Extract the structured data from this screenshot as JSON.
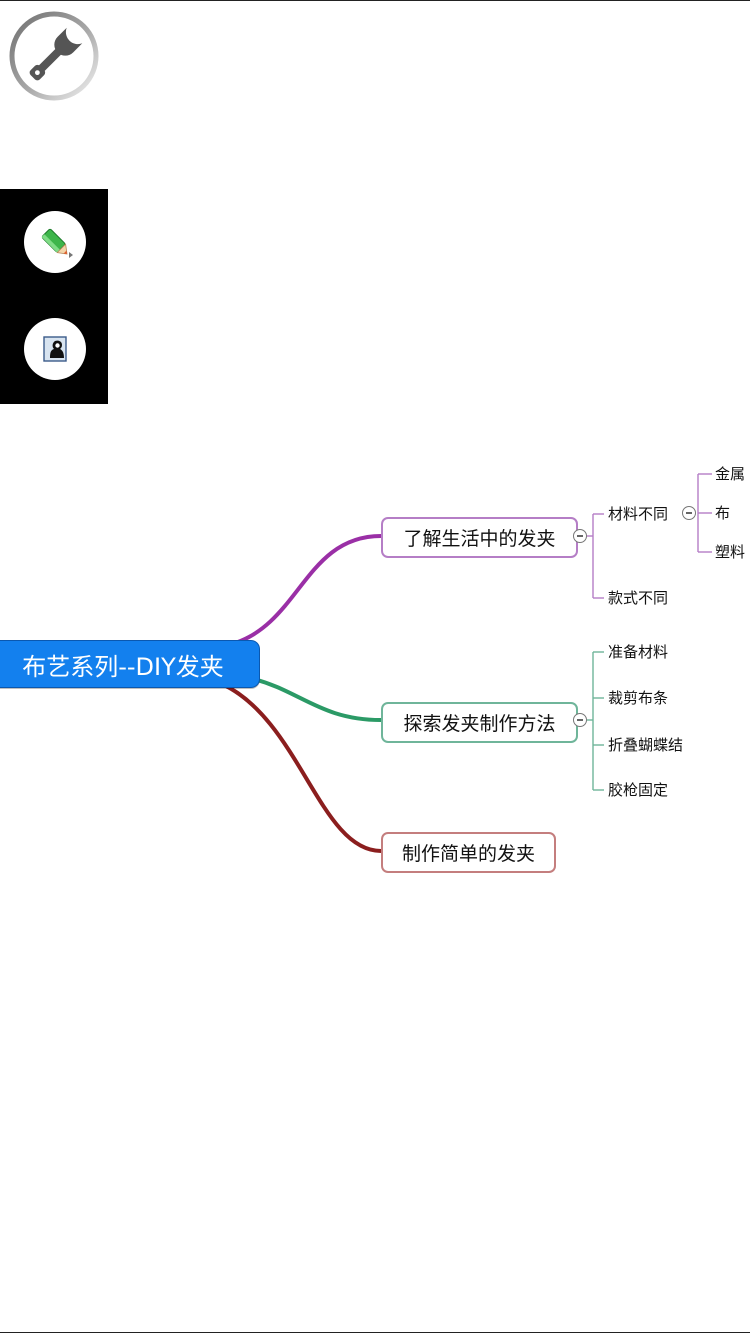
{
  "toolbar": {
    "settings_icon": "wrench-icon",
    "pen_icon": "pen-tool-icon",
    "picture_icon": "portrait-image-icon"
  },
  "mindmap": {
    "central": "布艺系列--DIY发夹",
    "topics": [
      {
        "label": "了解生活中的发夹",
        "color": "#9a2fa6",
        "children": [
          {
            "label": "材料不同",
            "children": [
              "金属",
              "布",
              "塑料"
            ]
          },
          {
            "label": "款式不同"
          }
        ]
      },
      {
        "label": "探索发夹制作方法",
        "color": "#2b9a66",
        "children": [
          {
            "label": "准备材料"
          },
          {
            "label": "裁剪布条"
          },
          {
            "label": "折叠蝴蝶结"
          },
          {
            "label": "胶枪固定"
          }
        ]
      },
      {
        "label": "制作简单的发夹",
        "color": "#8b1e1e"
      }
    ]
  }
}
